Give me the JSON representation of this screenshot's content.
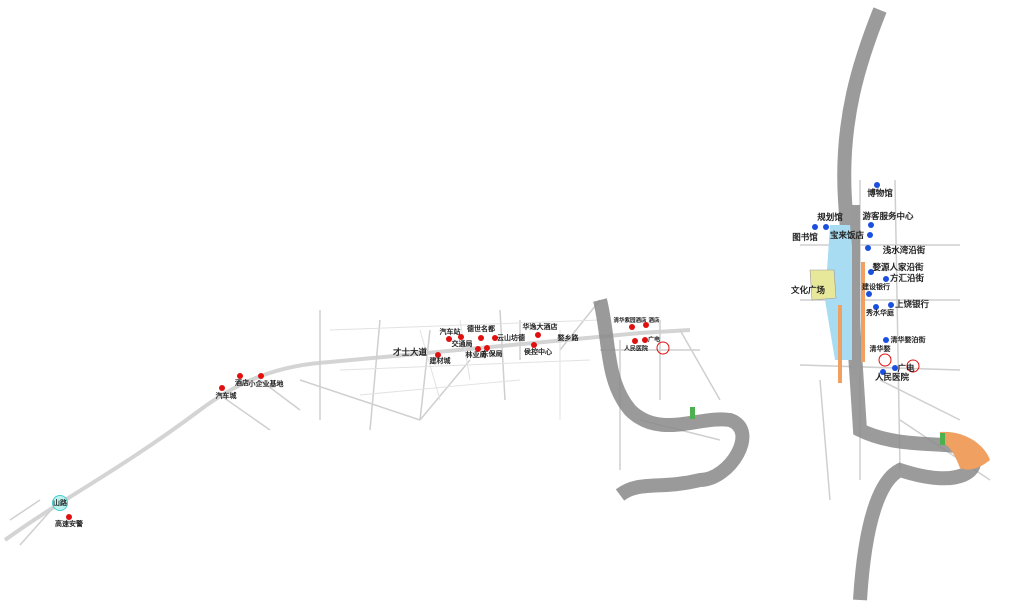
{
  "colors": {
    "poi_red": "#e01010",
    "poi_blue": "#1a4fe0",
    "river": "#9a9a9a",
    "lake": "#a8dcf2",
    "plaza": "#e8e89a",
    "greenway": "#f0a060"
  },
  "west_map": {
    "labels": {
      "shanlu": "山路",
      "gaosu": "高速安警",
      "qichecheng": "汽车城",
      "jiudian": "酒店",
      "xiaoqiye": "小企业基地",
      "caishi": "才士大道",
      "jiancai": "建材城",
      "qichezhan": "汽车站",
      "jiaotong": "交通局",
      "deshi": "德世名都",
      "yunshan": "云山坊德",
      "linye": "林业局",
      "dongbao": "东保局",
      "huayi": "华逸大酒店",
      "houkong": "侯控中心",
      "wuxiang": "婺乡路",
      "qinghua_hotel": "清华紫园酒店",
      "hotel2": "酒店",
      "renmin": "人民医院",
      "guangdian": "广电"
    }
  },
  "east_map": {
    "labels": {
      "bowuguan": "博物馆",
      "guihua": "规划馆",
      "tushu": "图书馆",
      "youke": "游客服务中心",
      "baofan": "宝来饭店",
      "qianshui": "浅水湾沿街",
      "wuyuan": "婺源人家沿街",
      "fanghui": "方汇沿街",
      "jianshe": "建设银行",
      "shangrao": "上饶银行",
      "xiushui": "秀水华庭",
      "qinghua_street": "清华婺泊街",
      "qinghuawu": "清华婺",
      "guangdian": "广电",
      "renmin": "人民医院",
      "wenhua": "文化广场"
    }
  }
}
